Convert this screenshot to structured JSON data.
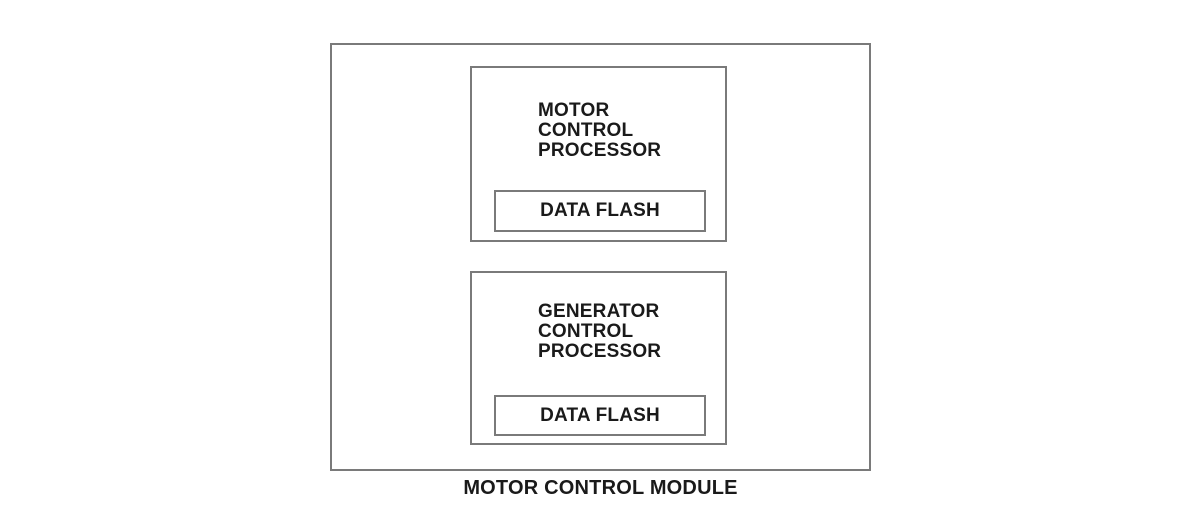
{
  "diagram": {
    "caption": "MOTOR CONTROL MODULE",
    "module": {
      "processors": [
        {
          "label": "MOTOR\nCONTROL\nPROCESSOR",
          "memory_label": "DATA FLASH"
        },
        {
          "label": "GENERATOR\nCONTROL\nPROCESSOR",
          "memory_label": "DATA FLASH"
        }
      ]
    },
    "colors": {
      "border": "#7a7a7a",
      "text": "#1a1a1a",
      "background": "#ffffff"
    }
  }
}
